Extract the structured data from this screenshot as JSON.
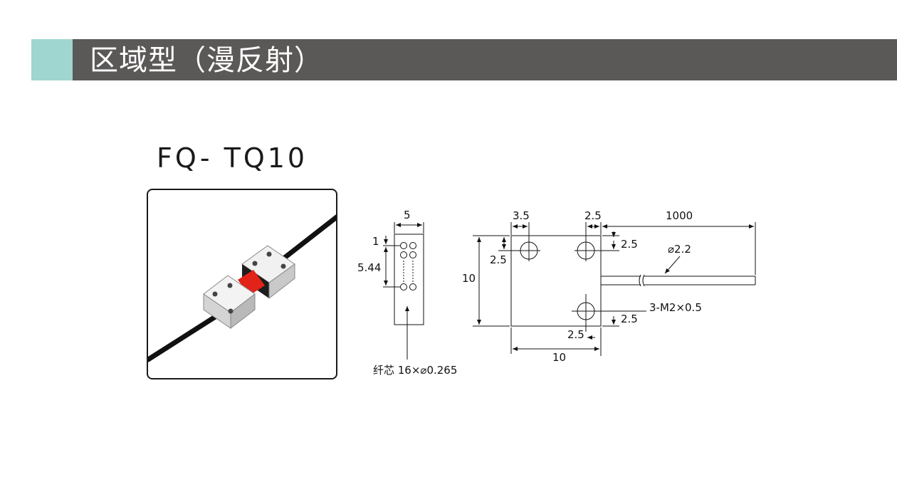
{
  "header": {
    "title": "区域型（漫反射）",
    "accent_color": "#9fd6cf",
    "band_color": "#5b5958"
  },
  "model": "FQ- TQ10",
  "photo": {
    "icon": "sensor-product-photo"
  },
  "drawing": {
    "dim_width_5": "5",
    "dim_pitch_1": "1",
    "dim_pitch_544": "5.44",
    "core_note": "纤芯 16×⌀0.265",
    "dim_35": "3.5",
    "dim_25_top": "2.5",
    "dim_1000": "1000",
    "dim_25_right_top": "2.5",
    "dim_25_left": "2.5",
    "dim_10_height": "10",
    "cable_dia": "⌀2.2",
    "thread_note": "3-M2×0.5",
    "dim_25_right_bottom": "2.5",
    "dim_25_bottom": "2.5",
    "dim_10_width": "10"
  }
}
